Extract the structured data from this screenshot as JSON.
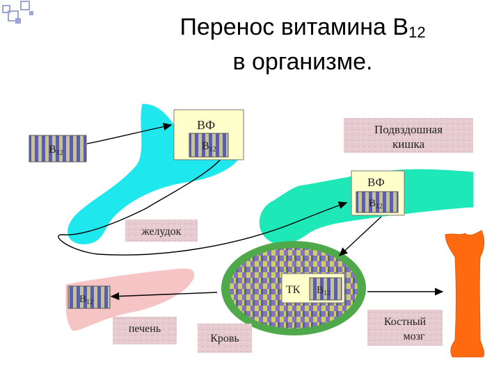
{
  "title": {
    "line1_main": "Перенос витамина В",
    "line1_sub": "12",
    "line2": "в организме."
  },
  "labels": {
    "b12_source_main": "В",
    "b12_source_sub": "12",
    "stomach_vf": "ВФ",
    "stomach_b12_main": "В",
    "stomach_b12_sub": "12",
    "stomach_label": "желудок",
    "ileum_label_line1": "Подвздошная",
    "ileum_label_line2": "кишка",
    "ileum_vf": "ВФ",
    "ileum_b12_main": "В",
    "ileum_b12_sub": "12",
    "liver_b12_main": "В",
    "liver_b12_sub": "12",
    "liver_label": "печень",
    "blood_tk": "ТК",
    "blood_b12_main": "В",
    "blood_b12_sub": "12",
    "blood_label": "Кровь",
    "marrow_label_line1": "Костный",
    "marrow_label_line2": "мозг"
  },
  "colors": {
    "stomach": "#1ee8ee",
    "ileum": "#1ee8b8",
    "liver": "#f6c4c4",
    "blood": "#4fa84a",
    "marrow": "#ff6a10",
    "vf_box": "#ffffcc",
    "label_box": "#e6cbd0",
    "bullet": "#9aa6d8"
  },
  "icons": {
    "bullet": "square-bullet-icon"
  }
}
